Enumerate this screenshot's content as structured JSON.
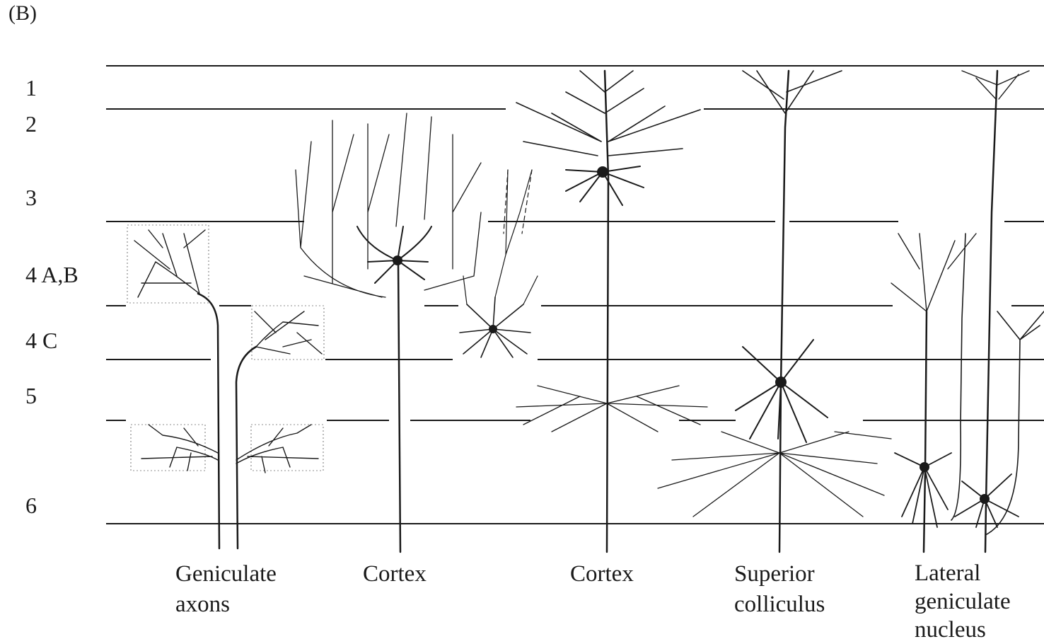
{
  "panel_label": "(B)",
  "layers": [
    {
      "id": "l1",
      "label": "1"
    },
    {
      "id": "l2",
      "label": "2"
    },
    {
      "id": "l3",
      "label": "3"
    },
    {
      "id": "l4ab",
      "label": "4 A,B"
    },
    {
      "id": "l4c",
      "label": "4 C"
    },
    {
      "id": "l5",
      "label": "5"
    },
    {
      "id": "l6",
      "label": "6"
    }
  ],
  "cells": [
    {
      "id": "geniculate-axons",
      "label_line1": "Geniculate",
      "label_line2": "axons"
    },
    {
      "id": "cortex-a",
      "label_line1": "Cortex"
    },
    {
      "id": "cortex-b",
      "label_line1": "Cortex"
    },
    {
      "id": "superior-colliculus",
      "label_line1": "Superior",
      "label_line2": "colliculus"
    },
    {
      "id": "lateral-geniculate",
      "label_line1": "Lateral",
      "label_line2": "geniculate",
      "label_line3": "nucleus"
    }
  ],
  "colors": {
    "ink": "#1a1a1a",
    "background": "#ffffff"
  }
}
